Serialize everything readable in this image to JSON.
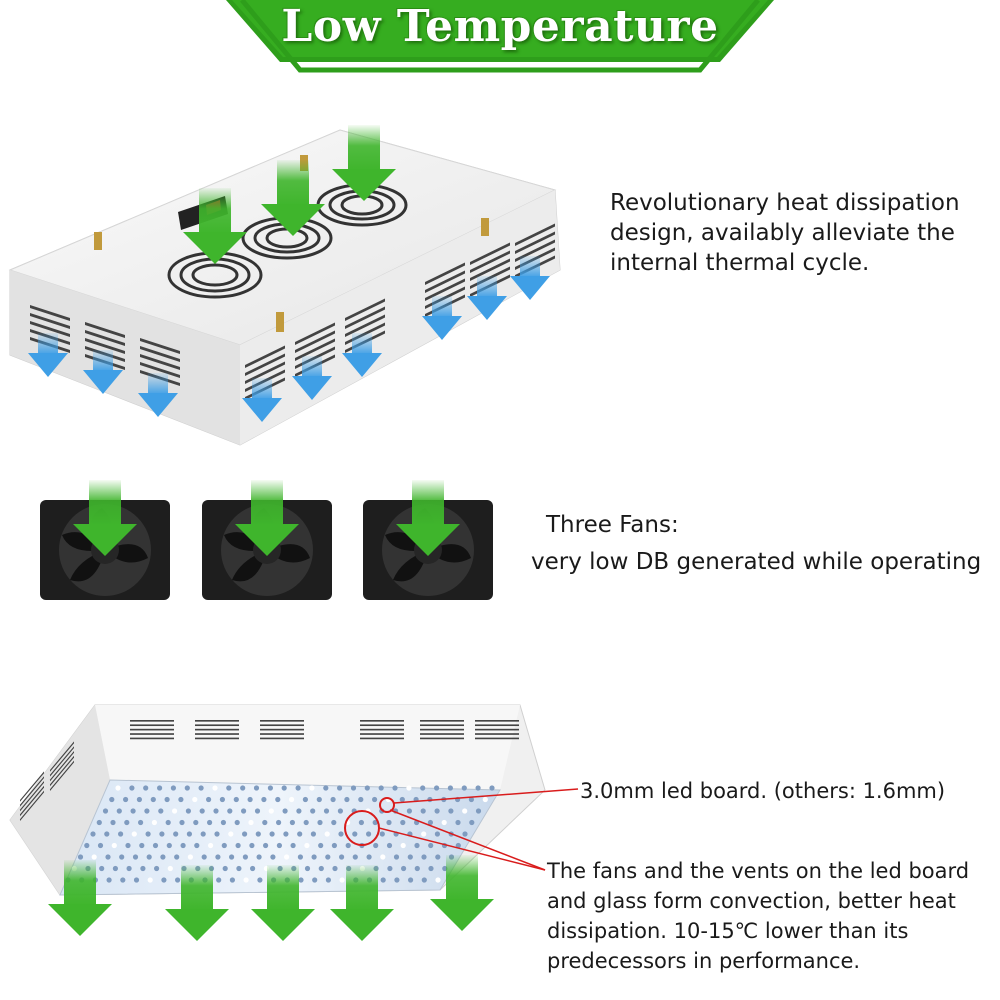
{
  "banner": {
    "title": "Low Temperature",
    "color": "#2e9e1b"
  },
  "section_housing": {
    "description": "Revolutionary heat dissipation design, availably alleviate the internal thermal cycle."
  },
  "section_fans": {
    "line1": "Three Fans:",
    "line2": "very low DB generated while operating"
  },
  "section_board": {
    "board_callout": "3.0mm led board. (others: 1.6mm)",
    "convection_callout": "The fans and the vents on the led board and glass form convection, better heat dissipation. 10-15℃ lower than its predecessors in performance."
  },
  "colors": {
    "arrow_green": "#3fb52c",
    "arrow_blue": "#3f9fe6",
    "callout_red": "#d91c1c",
    "housing": "#f2f2f2"
  },
  "icons": [
    "down-arrow-icon",
    "fan-icon",
    "callout-circle-icon"
  ]
}
